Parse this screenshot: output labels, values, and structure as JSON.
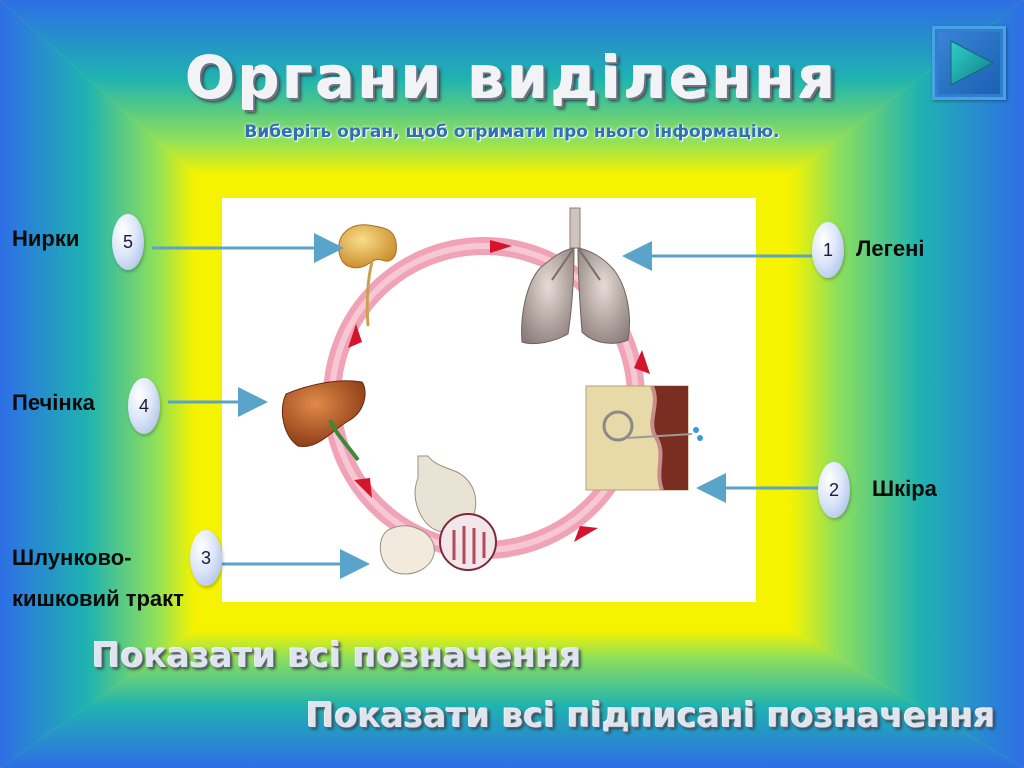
{
  "slide": {
    "title": "Органи виділення",
    "subtitle": "Виберіть орган, щоб отримати про нього інформацію."
  },
  "labels": [
    {
      "num": "1",
      "text": "Легені"
    },
    {
      "num": "2",
      "text": "Шкіра"
    },
    {
      "num": "3",
      "line1": "Шлунково-",
      "line2": "кишковий тракт"
    },
    {
      "num": "4",
      "text": "Печінка"
    },
    {
      "num": "5",
      "text": "Нирки"
    }
  ],
  "links": {
    "show_all": "Показати всі позначення",
    "show_all_labeled": "Показати всі підписані позначення"
  },
  "icons": {
    "next": "play-next-icon"
  },
  "colors": {
    "frame_outer": "#2f6fe0",
    "frame_mid": "#1fb9a8",
    "frame_inner": "#f4f000",
    "arrow": "#5aa3c9",
    "ring": "#f0a3b6"
  }
}
